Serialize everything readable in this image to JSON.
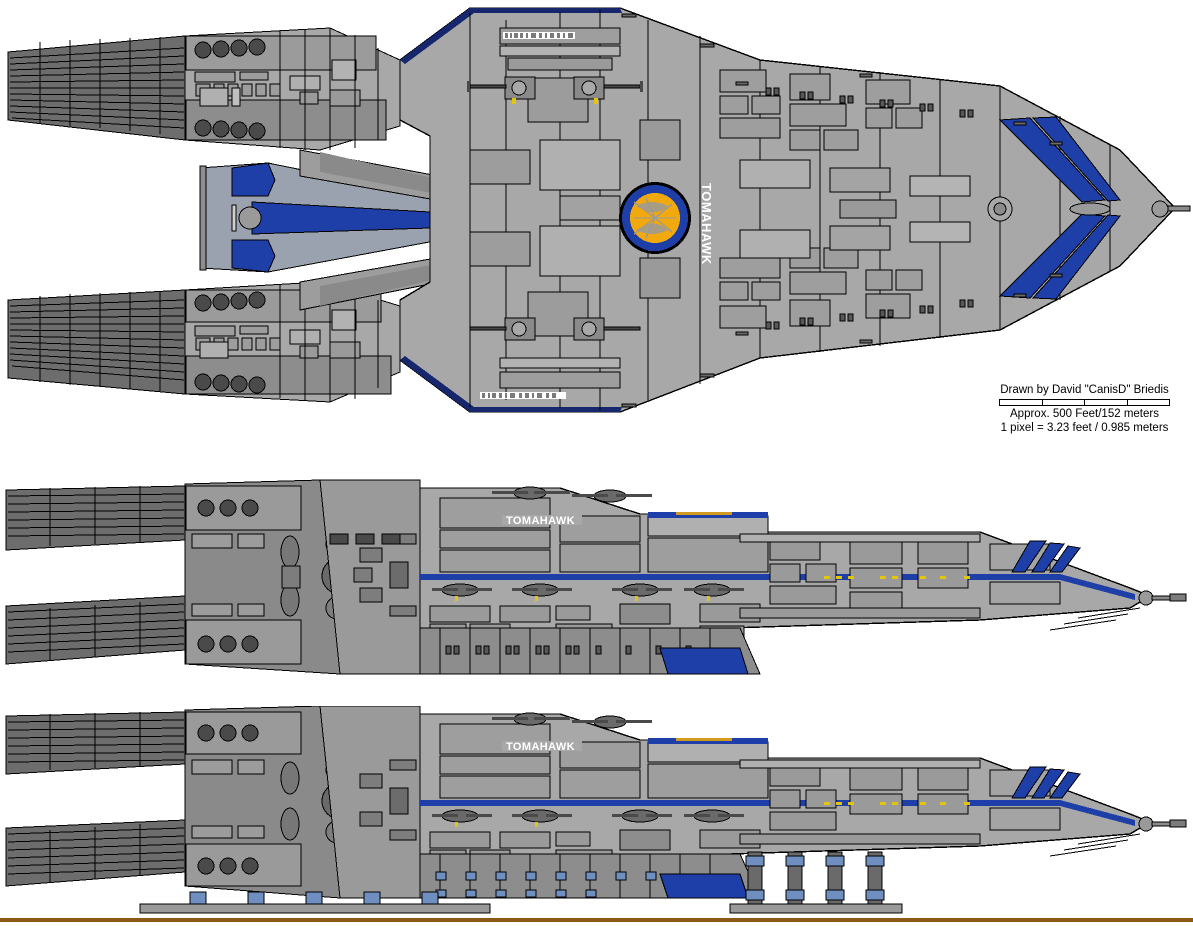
{
  "artwork": {
    "subject": "Tomahawk class warship orthographic schematic",
    "ship_name": "TOMAHAWK",
    "views": [
      {
        "id": "top-view",
        "label": "TOMAHAWK",
        "orientation": "dorsal / top plan"
      },
      {
        "id": "side-view",
        "label": "TOMAHAWK",
        "orientation": "port profile, gear retracted"
      },
      {
        "id": "bottom-view",
        "label": "TOMAHAWK",
        "orientation": "port profile, landing gear deployed"
      }
    ]
  },
  "credit": {
    "drawn_by": "Drawn by David \"CanisD\" Briedis",
    "scale_caption": "Approx. 500 Feet/152 meters",
    "pixel_scale": "1 pixel = 3.23 feet / 0.985 meters",
    "scalebar_segments": 4
  },
  "hull_markings": {
    "emblem_name": "TOMAHAWK",
    "emblem_description": "circular squadron badge, blue outer ring with orange phoenix motif",
    "top_view_vertical_name": "TOMAHAWK",
    "side_view_name": "TOMAHAWK",
    "bottom_view_name": "TOMAHAWK"
  },
  "colors": {
    "background": "#ffffff",
    "hull_light": "#b4b4b4",
    "hull_mid": "#a0a0a0",
    "hull_gray": "#949494",
    "hull_dark": "#7d7d7d",
    "hull_darker": "#686868",
    "hull_shadow": "#585858",
    "panel_line": "#000000",
    "accent_blue": "#1f3fa8",
    "accent_blue_dark": "#16276e",
    "emblem_orange": "#f2a90d",
    "emblem_ring": "#1f3fa8",
    "accent_yellow": "#e3c50b",
    "gear_pad_blue": "#6f8fc0",
    "ground_brown": "#8a5a16"
  }
}
